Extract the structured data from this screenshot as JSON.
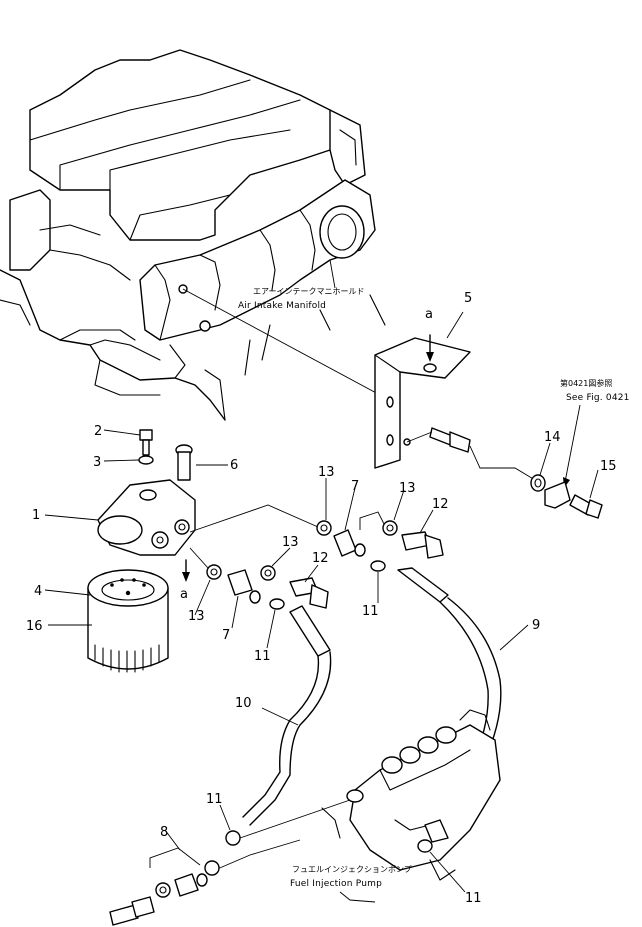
{
  "captions": {
    "air_intake_jp": "エアーインテークマニホールド",
    "air_intake_en": "Air Intake Manifold",
    "fuel_pump_jp": "フュエルインジェクションポンプ",
    "fuel_pump_en": "Fuel Injection Pump",
    "see_fig_jp": "第0421図参照",
    "see_fig_en": "See Fig. 0421"
  },
  "view_marks": {
    "top": "a",
    "bottom": "a"
  },
  "callouts": {
    "c1": "1",
    "c2": "2",
    "c3": "3",
    "c4": "4",
    "c5": "5",
    "c6": "6",
    "c7a": "7",
    "c7b": "7",
    "c8": "8",
    "c9": "9",
    "c10": "10",
    "c11a": "11",
    "c11b": "11",
    "c11c": "11",
    "c11d": "11",
    "c12a": "12",
    "c12b": "12",
    "c13a": "13",
    "c13b": "13",
    "c13c": "13",
    "c13d": "13",
    "c14": "14",
    "c15": "15",
    "c16": "16"
  }
}
